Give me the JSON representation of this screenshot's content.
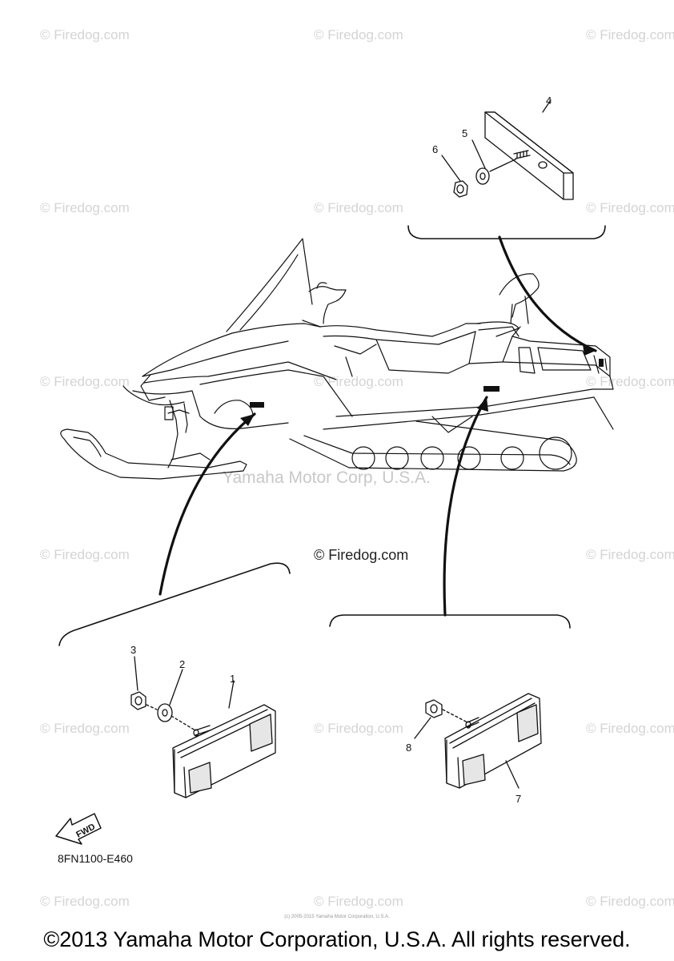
{
  "watermark_text": "© Firedog.com",
  "center_watermark": "© Firedog.com",
  "corp_watermark": "Yamaha Motor Corp, U.S.A.",
  "callouts": {
    "n1": "1",
    "n2": "2",
    "n3": "3",
    "n4": "4",
    "n5": "5",
    "n6": "6",
    "n7": "7",
    "n8": "8"
  },
  "fwd_label": "FWD",
  "diagram_code": "8FN1100-E460",
  "tiny_notice": "(c) 2005-2015 Yamaha Motor Corporation, U.S.A.",
  "copyright": "©2013 Yamaha Motor Corporation, U.S.A. All rights reserved."
}
